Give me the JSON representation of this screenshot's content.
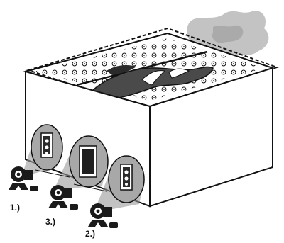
{
  "labels": {
    "one": "1.)",
    "two": "2.)",
    "three": "3.)"
  },
  "colors": {
    "outline": "#111111",
    "box_fill": "#ffffff",
    "shadow_gray": "#9a9a9a",
    "smoke_gray": "#b9b9b9",
    "dark_gray": "#4a4a4a",
    "camera_black": "#1a1a1a"
  },
  "icons": {
    "camera": "camera-icon",
    "flame": "flame-icon",
    "smoke": "smoke-icon",
    "wall_socket": "socket-icon",
    "doorway": "doorway-icon"
  }
}
